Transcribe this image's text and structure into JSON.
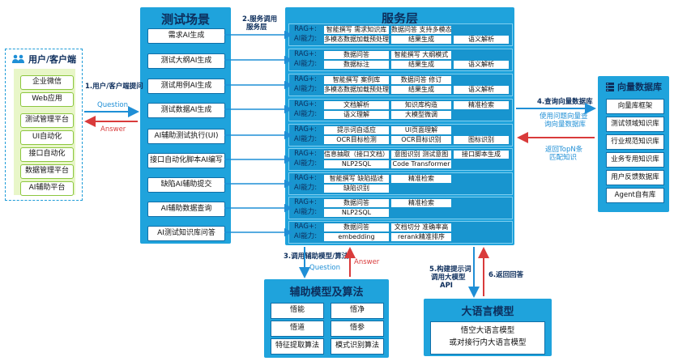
{
  "client": {
    "title": "用户/客户端",
    "items": [
      "企业微信",
      "Web应用",
      "测试管理平台",
      "UI自动化",
      "接口自动化",
      "数据管理平台",
      "AI辅助平台"
    ]
  },
  "scenarios": {
    "title": "测试场景",
    "items": [
      "需求AI生成",
      "测试大纲AI生成",
      "测试用例AI生成",
      "测试数据AI生成",
      "AI辅助测试执行(UI)",
      "接口自动化脚本AI编写",
      "缺陷AI辅助提交",
      "AI辅助数据查询",
      "AI测试知识库问答"
    ]
  },
  "service": {
    "title": "服务层",
    "rag_label": "RAG+:",
    "ai_label": "AI能力:",
    "rows": [
      {
        "rag": [
          "智能撰写 需求知识库",
          "数据问答 支持多模态"
        ],
        "ai": [
          "多模态数据加载预处理",
          "结果生成",
          "语义解析"
        ]
      },
      {
        "rag": [
          "数据问答",
          "智能撰写 大纲模式"
        ],
        "ai": [
          "数据标注",
          "结果生成",
          "语义解析"
        ]
      },
      {
        "rag": [
          "智能撰写 案例库",
          "数据问答 修订"
        ],
        "ai": [
          "多模态数据加载预处理",
          "结果生成",
          "语义解析"
        ]
      },
      {
        "rag": [
          "文档解析",
          "知识库构造",
          "精准检索"
        ],
        "ai": [
          "语义理解",
          "大模型微调"
        ]
      },
      {
        "rag": [
          "提示词自适应",
          "UI页面理解"
        ],
        "ai": [
          "OCR目标检测",
          "OCR目标识别",
          "图标识别"
        ]
      },
      {
        "rag": [
          "信息抽取（接口文档）",
          "意图识别 测试意图",
          "接口脚本生成"
        ],
        "ai": [
          "NLP2SQL",
          "Code Transformer"
        ]
      },
      {
        "rag": [
          "智能撰写 缺陷描述",
          "精准检索"
        ],
        "ai": [
          "缺陷识别"
        ]
      },
      {
        "rag": [
          "数据问答",
          "精准检索"
        ],
        "ai": [
          "NLP2SQL"
        ]
      },
      {
        "rag": [
          "数据问答",
          "文档切分 准确率高"
        ],
        "ai": [
          "embedding",
          "rerank精准排序"
        ]
      }
    ]
  },
  "vector_db": {
    "title": "向量数据库",
    "items": [
      "向量库框架",
      "测试领域知识库",
      "行业规范知识库",
      "业务专用知识库",
      "用户反馈数据库",
      "Agent自有库"
    ]
  },
  "aux": {
    "title": "辅助模型及算法",
    "items": [
      "悟能",
      "悟净",
      "悟道",
      "悟参",
      "特征提取算法",
      "模式识别算法"
    ]
  },
  "llm": {
    "title": "大语言模型",
    "line1": "悟空大语言模型",
    "line2": "或对接行内大语言模型"
  },
  "flows": {
    "f1": "1.用户/客户端提问",
    "question": "Question",
    "answer": "Answer",
    "f2a": "2.服务调用",
    "f2b": "服务层",
    "f3": "3.调用辅助模型/算法",
    "f4": "4.查询向量数据库",
    "use1": "使用问题向量查",
    "use2": "询向量数据库",
    "ret1": "返回TopN条",
    "ret2": "匹配知识",
    "f5a": "5.构建提示词",
    "f5b": "调用大模型",
    "f5c": "API",
    "f6": "6.返回回答"
  },
  "colors": {
    "panel": "#1fa3dc",
    "client_inner": "#e8f6c8",
    "arrow_blue": "#1f8fd6",
    "arrow_red": "#d93b3b"
  }
}
